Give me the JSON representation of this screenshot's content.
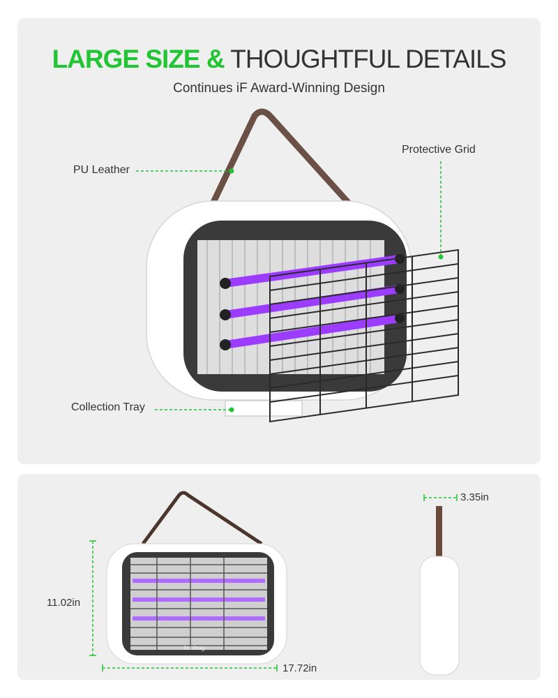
{
  "title": {
    "accent": "LARGE SIZE &",
    "rest": "THOUGHTFUL DETAILS"
  },
  "subtitle": "Continues iF Award-Winning Design",
  "callouts": {
    "pu_leather": "PU Leather",
    "protective_grid": "Protective Grid",
    "collection_tray": "Collection Tray"
  },
  "dimensions": {
    "height": "11.02in",
    "width": "17.72in",
    "depth": "3.35in"
  },
  "brand_mark": "buzbug",
  "colors": {
    "accent": "#21c433",
    "uv": "#9b3cff",
    "strap": "#6b5145",
    "panel": "#efefef"
  }
}
